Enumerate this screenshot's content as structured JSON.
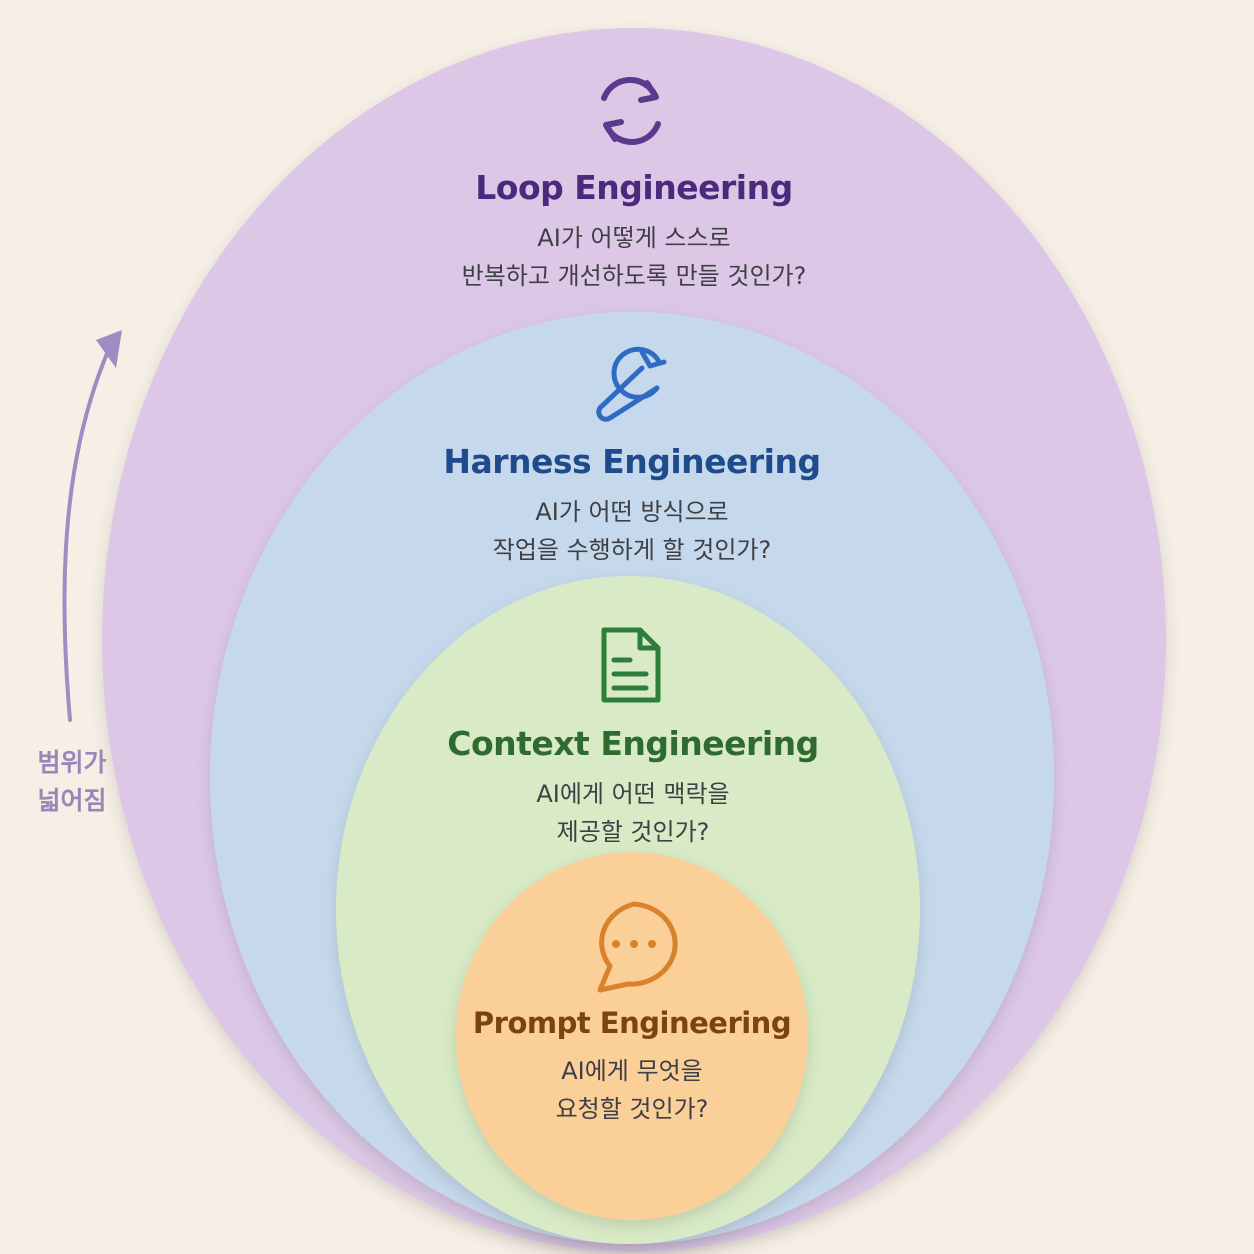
{
  "background_color": "#f6efe6",
  "scope_label": {
    "line1": "범위가",
    "line2": "넓어짐",
    "color": "#9a86b8"
  },
  "layers": {
    "loop": {
      "title": "Loop Engineering",
      "desc_line1": "AI가 어떻게 스스로",
      "desc_line2": "반복하고 개선하도록 만들 것인가?",
      "icon": "refresh-cycle-icon",
      "fill": "#dcc8e6",
      "title_color": "#4b2a7d",
      "icon_color": "#5b3a8e"
    },
    "harness": {
      "title": "Harness Engineering",
      "desc_line1": "AI가 어떤 방식으로",
      "desc_line2": "작업을 수행하게 할 것인가?",
      "icon": "wrench-icon",
      "fill": "#c6d9ec",
      "title_color": "#1f4b8c",
      "icon_color": "#2f6bc4"
    },
    "context": {
      "title": "Context Engineering",
      "desc_line1": "AI에게 어떤 맥락을",
      "desc_line2": "제공할 것인가?",
      "icon": "document-icon",
      "fill": "#d8ebc6",
      "title_color": "#2f6b2f",
      "icon_color": "#2f7d3a"
    },
    "prompt": {
      "title": "Prompt Engineering",
      "desc_line1": "AI에게 무엇을",
      "desc_line2": "요청할 것인가?",
      "icon": "chat-bubble-icon",
      "fill": "#fbcf98",
      "title_color": "#7a4310",
      "icon_color": "#d9822b"
    }
  }
}
